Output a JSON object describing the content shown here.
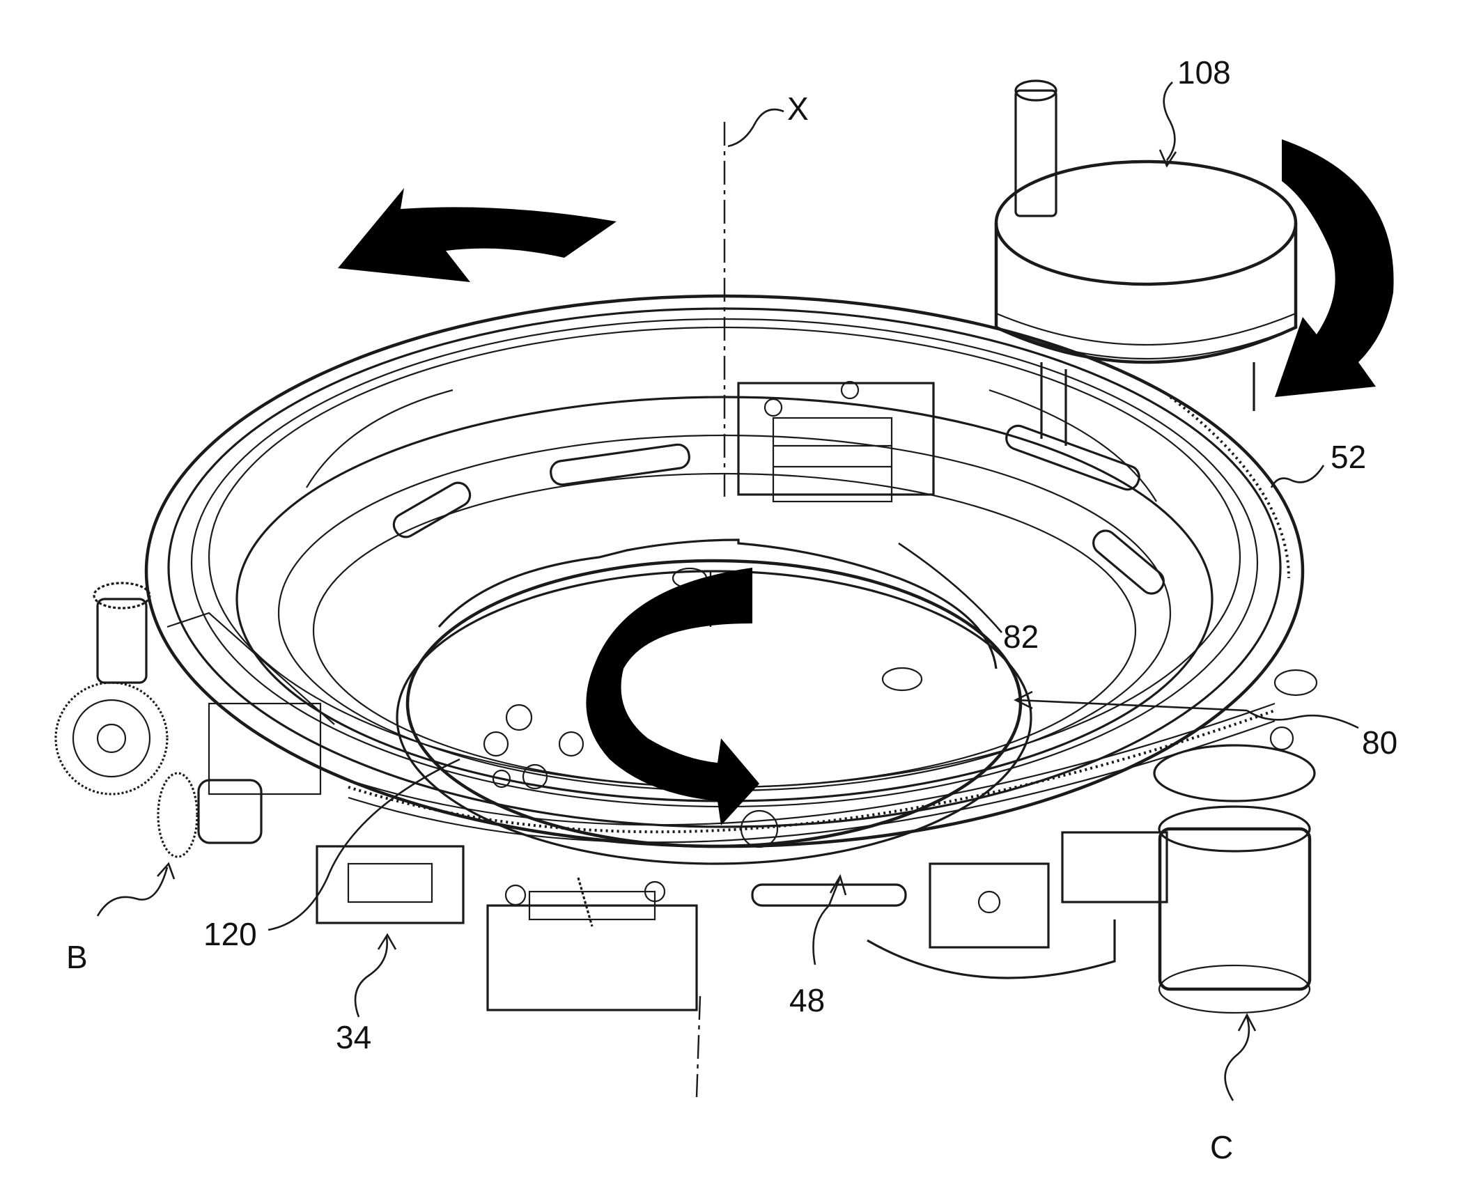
{
  "labels": {
    "l108": "108",
    "lX": "X",
    "l52": "52",
    "l82": "82",
    "l80": "80",
    "l120": "120",
    "lB": "B",
    "l34": "34",
    "l48": "48",
    "lC": "C"
  },
  "colors": {
    "ink": "#1a1a1a",
    "background": "#ffffff",
    "arrow_fill": "#000000"
  }
}
